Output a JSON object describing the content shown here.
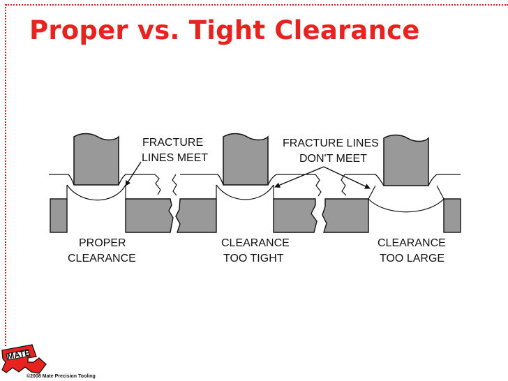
{
  "title": "Proper vs. Tight Clearance",
  "colors": {
    "title": "#e8231f",
    "border": "#d92020",
    "metal": "#999999",
    "stroke": "#111111",
    "logo": "#e8231f"
  },
  "diagram": {
    "labels": {
      "fracture_meet_1": "FRACTURE",
      "fracture_meet_2": "LINES MEET",
      "fracture_not_1": "FRACTURE LINES",
      "fracture_not_2": "DON'T MEET",
      "proper_1": "PROPER",
      "proper_2": "CLEARANCE",
      "tight_1": "CLEARANCE",
      "tight_2": "TOO TIGHT",
      "large_1": "CLEARANCE",
      "large_2": "TOO LARGE"
    }
  },
  "logo": {
    "text": "MATE"
  },
  "footer": {
    "copyright": "©2008 Mate Precision Tooling"
  }
}
